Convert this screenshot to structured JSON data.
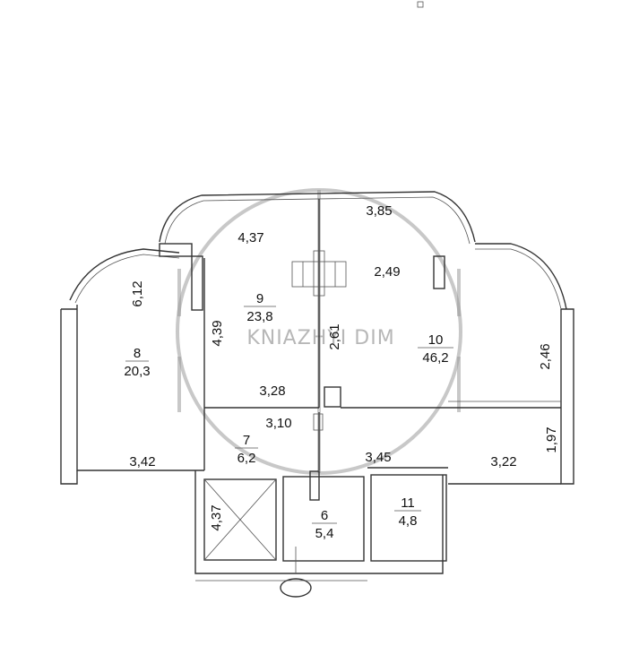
{
  "watermark": {
    "text": "KNIAZHYI DIM"
  },
  "rooms": [
    {
      "number": "8",
      "area": "20,3"
    },
    {
      "number": "9",
      "area": "23,8"
    },
    {
      "number": "10",
      "area": "46,2"
    },
    {
      "number": "7",
      "area": "6,2"
    },
    {
      "number": "6",
      "area": "5,4"
    },
    {
      "number": "11",
      "area": "4,8"
    }
  ],
  "dimensions": {
    "d_385": "3,85",
    "d_437_top": "4,37",
    "d_249": "2,49",
    "d_612": "6,12",
    "d_439": "4,39",
    "d_261": "2,61",
    "d_246": "2,46",
    "d_328": "3,28",
    "d_310": "3,10",
    "d_197": "1,97",
    "d_342": "3,42",
    "d_345": "3,45",
    "d_322": "3,22",
    "d_437_left": "4,37"
  }
}
